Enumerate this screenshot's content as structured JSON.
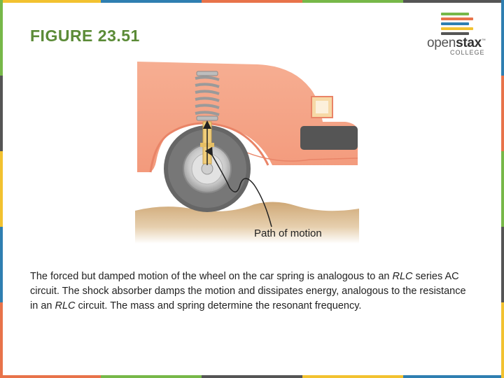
{
  "slide": {
    "title": "FIGURE 23.51",
    "caption": [
      {
        "text": "The forced but damped motion of the wheel on the car spring is analogous to an ",
        "italic": false
      },
      {
        "text": "RLC",
        "italic": true
      },
      {
        "text": " series AC circuit. The shock absorber damps the motion and dissipates energy, analogous to the resistance in an ",
        "italic": false
      },
      {
        "text": "RLC",
        "italic": true
      },
      {
        "text": " circuit. The mass and spring determine the resonant frequency.",
        "italic": false
      }
    ]
  },
  "figure": {
    "label": "Path of motion"
  },
  "logo": {
    "word_light": "open",
    "word_bold": "stax",
    "trademark": "™",
    "subtitle": "COLLEGE",
    "bar_colors": [
      "#77b849",
      "#e8734a",
      "#2f7fb1",
      "#f2c230",
      "#555555"
    ]
  },
  "theme": {
    "title_color": "#5b8b37",
    "border_colors": [
      "#f2c230",
      "#2f7fb1",
      "#e8734a",
      "#77b849",
      "#555555"
    ],
    "car_body_color": "#f4a98c",
    "ground_color": "#d9b88b"
  }
}
